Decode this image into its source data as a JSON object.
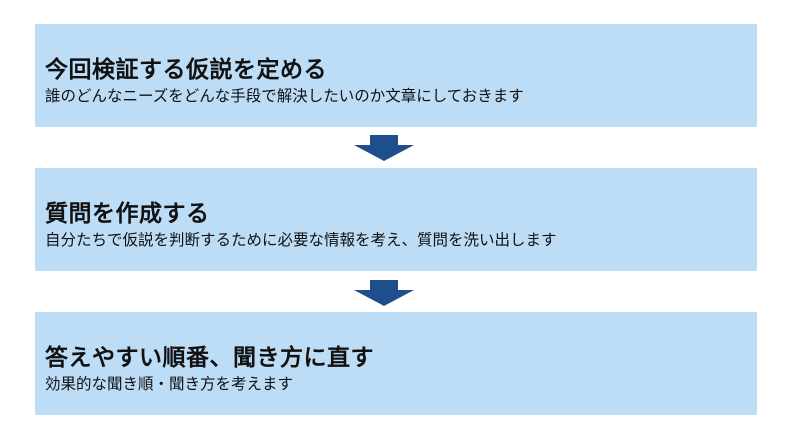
{
  "steps": [
    {
      "title": "今回検証する仮説を定める",
      "description": "誰のどんなニーズをどんな手段で解決したいのか文章にしておきます"
    },
    {
      "title": "質問を作成する",
      "description": "自分たちで仮説を判断するために必要な情報を考え、質問を洗い出します"
    },
    {
      "title": "答えやすい順番、聞き方に直す",
      "description": "効果的な聞き順・聞き方を考えます"
    }
  ],
  "colors": {
    "box_fill": "#bddcf6",
    "arrow_fill": "#1f4e8c",
    "text": "#111111"
  },
  "icons": {
    "connector": "arrow-down-icon"
  }
}
